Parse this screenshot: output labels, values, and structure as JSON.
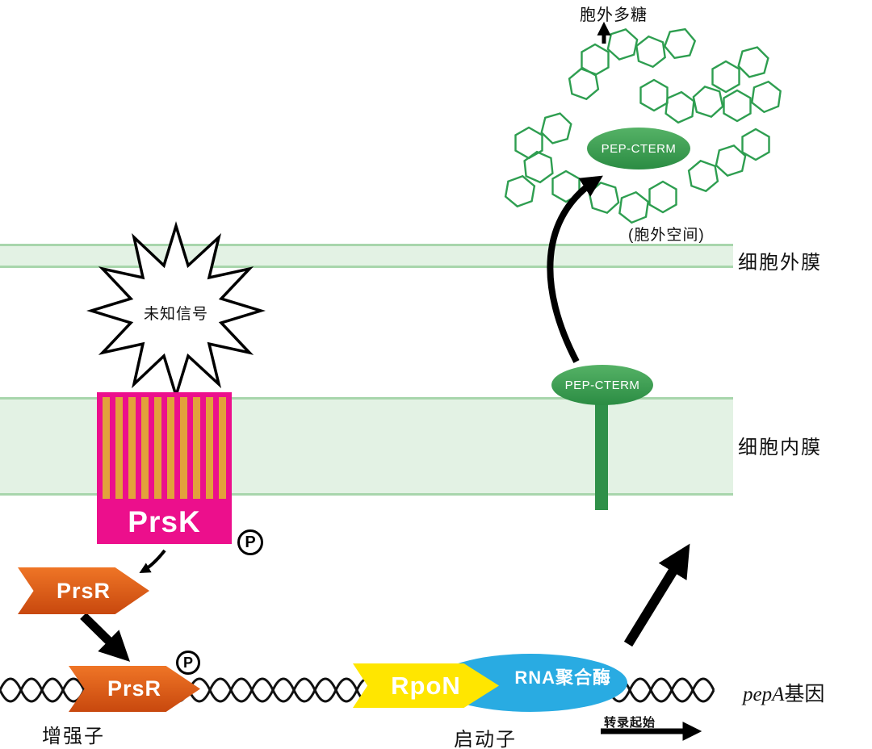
{
  "colors": {
    "membrane_fill": "#e3f2e4",
    "membrane_edge": "#a8d6ac",
    "prsk_magenta": "#ec0f8c",
    "prsk_stripe_orange": "#e2a13b",
    "prsr_orange": "#d9531b",
    "rpon_yellow": "#ffe600",
    "rna_polymerase_blue": "#29abe2",
    "pep_cterm_green": "#2f9049",
    "polysaccharide_green": "#2e9e50",
    "arrow_black": "#000000"
  },
  "extracellular": {
    "exopolysaccharide": "胞外多糖",
    "pep_cterm_secreted": "PEP-CTERM",
    "extracellular_space": "(胞外空间)"
  },
  "membranes": {
    "outer_label": "细胞外膜",
    "inner_label": "细胞内膜"
  },
  "signaling": {
    "unknown_signal": "未知信号",
    "kinase": "PrsK",
    "regulator": "PrsR",
    "phospho": "P",
    "pep_cterm_membrane": "PEP-CTERM"
  },
  "dna": {
    "regulator_bound": "PrsR",
    "phospho": "P",
    "sigma": "RpoN",
    "polymerase": "RNA聚合酶",
    "enhancer": "增强子",
    "promoter": "启动子",
    "transcription_start": "转录起始",
    "gene_italic": "pepA",
    "gene_suffix": "基因"
  }
}
